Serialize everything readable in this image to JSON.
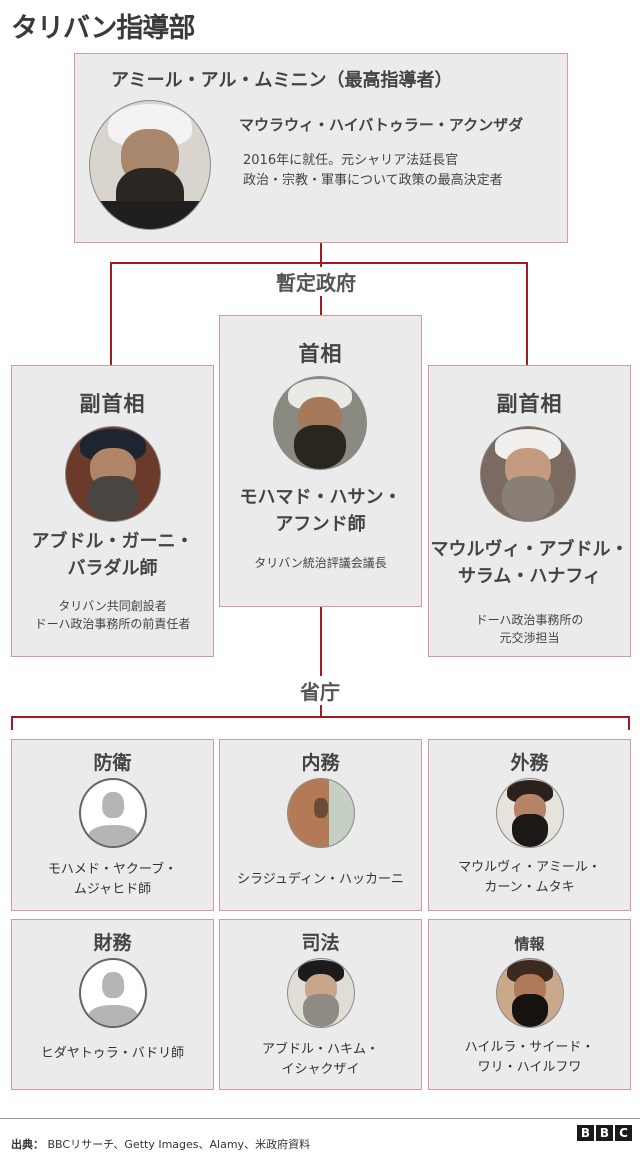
{
  "title": "タリバン指導部",
  "supreme_leader": {
    "role": "アミール・アル・ムミニン（最高指導者）",
    "name": "マウラウィ・ハイバトゥラー・アクンザダ",
    "desc_line1": "2016年に就任。元シャリア法廷長官",
    "desc_line2": "政治・宗教・軍事について政策の最高決定者"
  },
  "interim_government": {
    "label": "暫定政府",
    "deputy_left": {
      "role": "副首相",
      "name_line1": "アブドル・ガーニ・",
      "name_line2": "バラダル師",
      "desc_line1": "タリバン共同創設者",
      "desc_line2": "ドーハ政治事務所の前責任者"
    },
    "prime_minister": {
      "role": "首相",
      "name_line1": "モハマド・ハサン・",
      "name_line2": "アフンド師",
      "desc_line1": "タリバン統治評議会議長"
    },
    "deputy_right": {
      "role": "副首相",
      "name_line1": "マウルヴィ・アブドル・",
      "name_line2": "サラム・ハナフィ",
      "desc_line1": "ドーハ政治事務所の",
      "desc_line2": "元交渉担当"
    }
  },
  "ministries": {
    "label": "省庁",
    "items": [
      {
        "title": "防衛",
        "name_line1": "モハメド・ヤクーブ・",
        "name_line2": "ムジャヒド師",
        "photo": "placeholder"
      },
      {
        "title": "内務",
        "name_line1": "シラジュディン・ハッカーニ",
        "name_line2": "",
        "photo": "photo"
      },
      {
        "title": "外務",
        "name_line1": "マウルヴィ・アミール・",
        "name_line2": "カーン・ムタキ",
        "photo": "photo"
      },
      {
        "title": "財務",
        "name_line1": "ヒダヤトゥラ・バドリ師",
        "name_line2": "",
        "photo": "placeholder"
      },
      {
        "title": "司法",
        "name_line1": "アブドル・ハキム・",
        "name_line2": "イシャクザイ",
        "photo": "photo"
      },
      {
        "title": "情報",
        "name_line1": "ハイルラ・サイード・",
        "name_line2": "ワリ・ハイルフワ",
        "photo": "photo"
      }
    ]
  },
  "footer": {
    "source_label": "出典：",
    "source_text": " BBCリサーチ、Getty Images、Alamy、米政府資料",
    "logo": [
      "B",
      "B",
      "C"
    ]
  },
  "colors": {
    "connector": "#9e1b22",
    "box_fill": "#ebebeb",
    "box_border": "#d49a9e"
  }
}
